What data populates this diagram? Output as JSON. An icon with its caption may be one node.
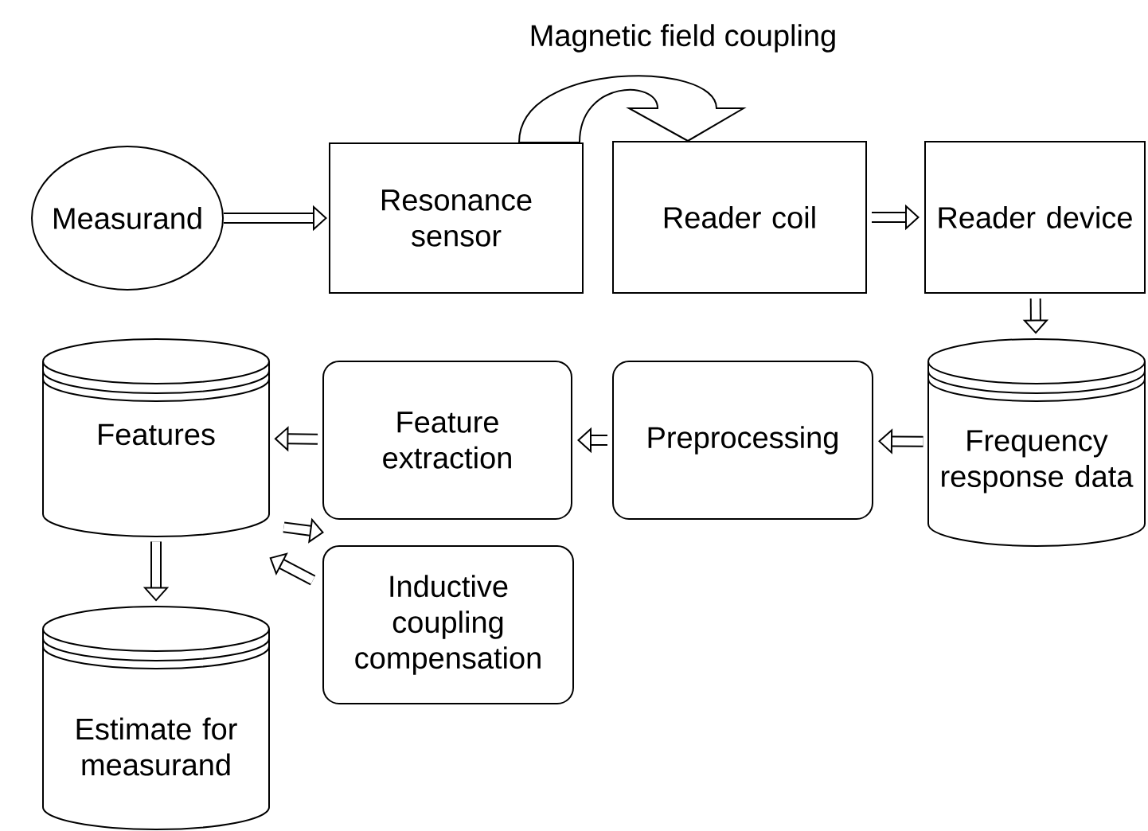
{
  "diagram": {
    "nodes": [
      {
        "text": [
          "Measurand"
        ]
      },
      {
        "text": [
          "Resonance sensor"
        ]
      },
      {
        "text": [
          "Reader coil"
        ]
      },
      {
        "text": [
          "Reader device"
        ]
      },
      {
        "text": [
          "Frequency response data"
        ]
      },
      {
        "text": [
          "Preprocessing"
        ]
      },
      {
        "text": [
          "Feature extraction"
        ]
      },
      {
        "text": [
          "Features"
        ]
      },
      {
        "text": [
          "Inductive coupling compensation"
        ]
      },
      {
        "text": [
          "Estimate for measurand"
        ]
      }
    ],
    "edges": [
      {
        "from": 0,
        "to": 1,
        "arrow": "to"
      },
      {
        "from": 1,
        "to": 2,
        "arrow": "to",
        "style": "thick",
        "label": "Magnetic field coupling"
      },
      {
        "from": 2,
        "to": 3,
        "arrow": "to"
      },
      {
        "from": 3,
        "to": 4,
        "arrow": "to"
      },
      {
        "from": 4,
        "to": 5,
        "arrow": "to"
      },
      {
        "from": 5,
        "to": 6,
        "arrow": "to"
      },
      {
        "from": 6,
        "to": 7,
        "arrow": "to"
      },
      {
        "from": 7,
        "to": 8,
        "arrow": "to"
      },
      {
        "from": 8,
        "to": 7,
        "arrow": "to"
      },
      {
        "from": 7,
        "to": 9,
        "arrow": "to"
      }
    ]
  }
}
